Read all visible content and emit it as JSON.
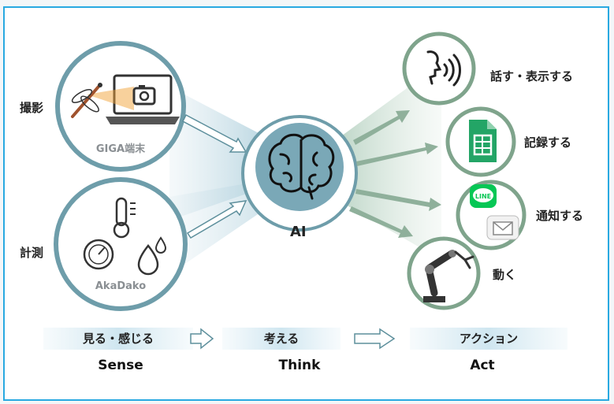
{
  "inputs": {
    "capture_label": "撮影",
    "measure_label": "計測",
    "device1_label": "GIGA端末",
    "device2_label": "AkaDako"
  },
  "ai": {
    "label": "AI"
  },
  "outputs": {
    "speak_label": "話す・表示する",
    "record_label": "記録する",
    "notify_label": "通知する",
    "move_label": "動く",
    "line_badge": "LINE"
  },
  "stages": [
    {
      "jp": "見る・感じる",
      "en": "Sense"
    },
    {
      "jp": "考える",
      "en": "Think"
    },
    {
      "jp": "アクション",
      "en": "Act"
    }
  ],
  "colors": {
    "frame": "#29a9e1",
    "circle_border": "#6e9daa",
    "output_border": "#7fa48c",
    "arrow_fill": "#8fb09b",
    "sheets_green": "#23a566",
    "line_green": "#06c755"
  }
}
